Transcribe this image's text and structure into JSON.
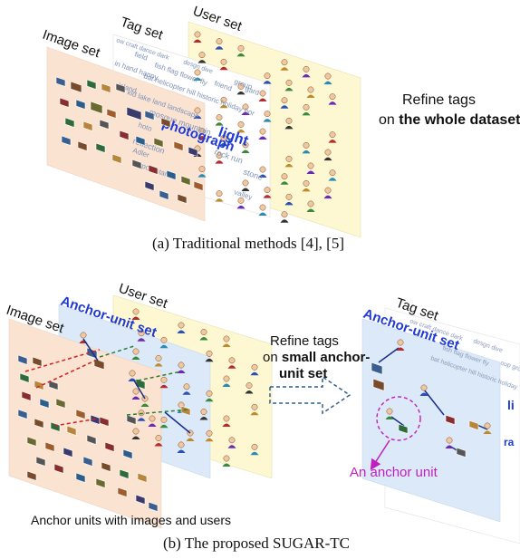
{
  "top": {
    "image_set": "Image set",
    "tag_set": "Tag set",
    "user_set": "User set",
    "refine_line1": "Refine tags",
    "refine_line2_pre": "on ",
    "refine_line2_bold": "the whole dataset",
    "caption": "(a) Traditional methods [4], [5]",
    "tag_words": [
      "ow craft dance dark",
      "desgn dive",
      "field",
      "fish flag",
      "flower fly",
      "friend",
      "gard",
      "group",
      "in hand happy",
      "bat helicopter hill historic holiday hor",
      "island",
      "kid lake land landscape",
      "light",
      "mosque mountain",
      "photograph",
      "hoto",
      "reflection",
      "rock run",
      "sport star",
      "stone",
      "valley",
      "Adler"
    ]
  },
  "bottom": {
    "image_set": "Image set",
    "anchor_unit_set": "Anchor-unit set",
    "user_set": "User set",
    "tag_set": "Tag set",
    "anchor_unit_set_right": "Anchor-unit set",
    "refine_line1": "Refine tags",
    "refine_line2_pre": "on ",
    "refine_line2_bold": "small anchor-",
    "refine_line3_bold": "unit set",
    "anchor_unit_label": "An anchor unit",
    "anchor_units_caption": "Anchor units with images and users",
    "caption": "(b) The proposed SUGAR-TC"
  },
  "colors": {
    "image_panel": "#fbe3d2",
    "user_panel": "#fdf8d2",
    "anchor_panel": "#dbe9f8",
    "anchor_title": "#1f3ad6",
    "magenta": "#c020c0",
    "arrow": "#2f5f8a"
  }
}
